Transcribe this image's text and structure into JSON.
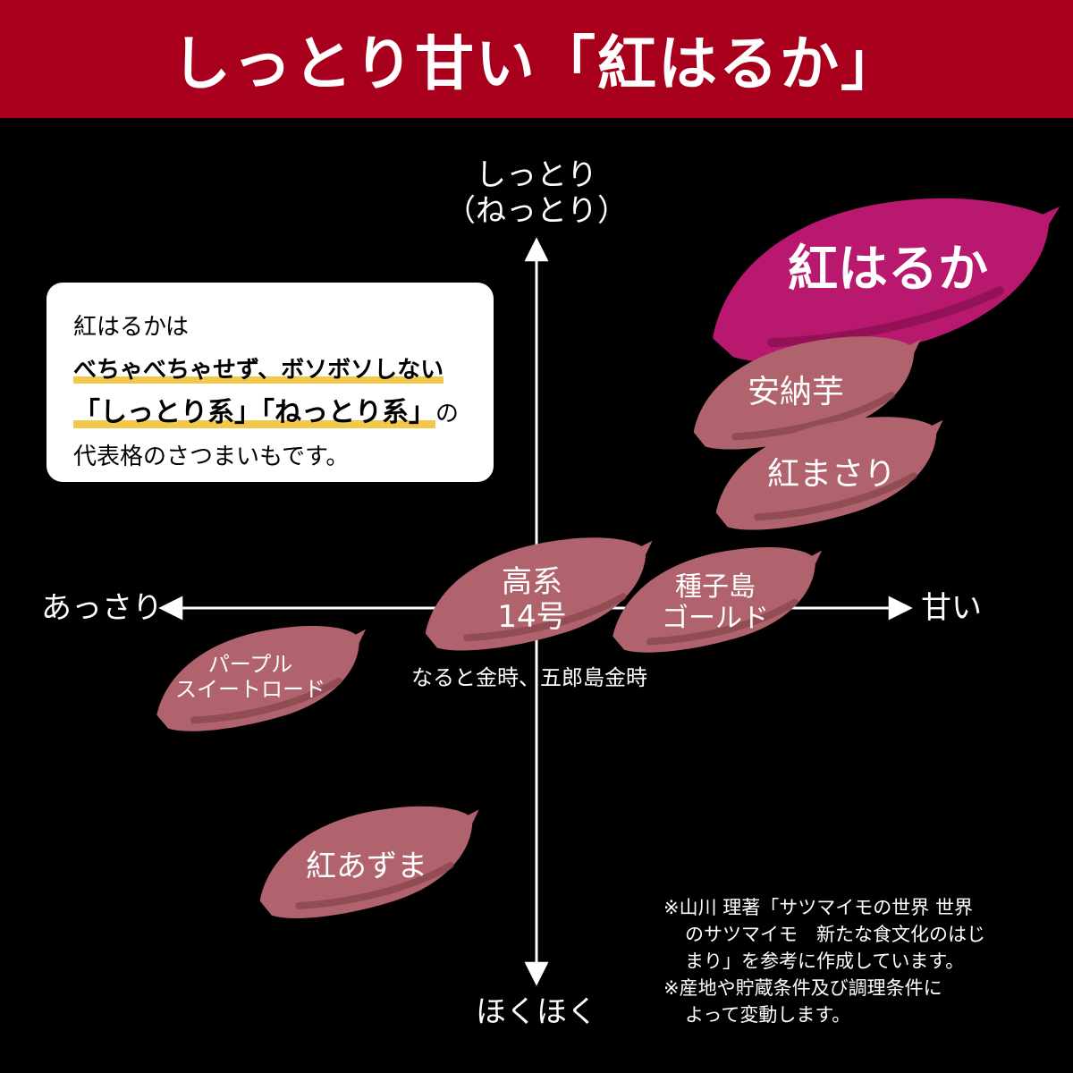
{
  "header": {
    "title": "しっとり甘い「紅はるか」"
  },
  "axes": {
    "top_line1": "しっとり",
    "top_line2": "（ねっとり）",
    "bottom": "ほくほく",
    "left": "あっさり",
    "right": "甘い"
  },
  "note": {
    "line1": "紅はるかは",
    "line2": "べちゃべちゃせず、ボソボソしない",
    "line3a": "「しっとり系」「ねっとり系」",
    "line3b": "の",
    "line4": "代表格のさつまいもです。"
  },
  "potatoes": {
    "beni_haruka": "紅はるか",
    "annou": "安納芋",
    "beni_masari": "紅まさり",
    "koukei_14_line1": "高系",
    "koukei_14_line2": "14号",
    "tanegashima_line1": "種子島",
    "tanegashima_line2": "ゴールド",
    "purple_line1": "パープル",
    "purple_line2": "スイートロード",
    "beni_azuma": "紅あずま"
  },
  "koukei_note": "なると金時、五郎島金時",
  "source": {
    "line1": "※山川 理著「サツマイモの世界 世界",
    "line2": "のサツマイモ　新たな食文化のはじ",
    "line3": "まり」を参考に作成しています。",
    "line4": "※産地や貯蔵条件及び調理条件に",
    "line5": "よって変動します。"
  },
  "colors": {
    "header_bg": "#a8001c",
    "potato": "#b0636c",
    "potato_highlight": "#b8186e",
    "accent_underline": "#f1c84b"
  }
}
